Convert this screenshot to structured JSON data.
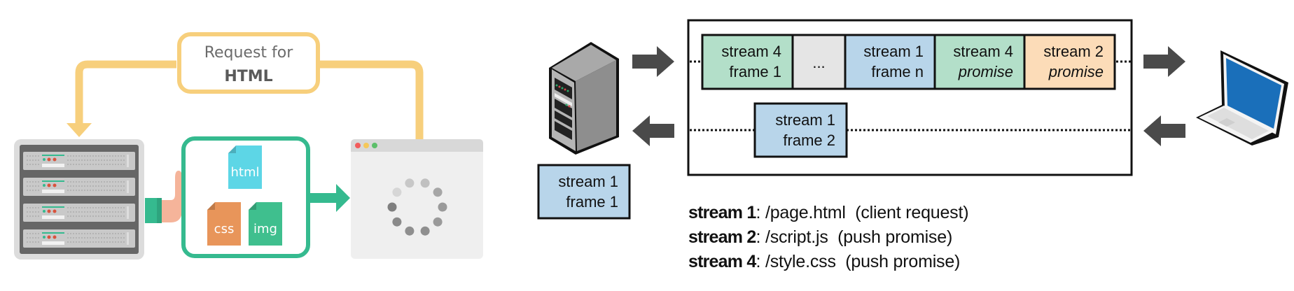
{
  "left_diagram": {
    "request_label": {
      "line1": "Request for",
      "line2": "HTML"
    },
    "documents": [
      {
        "label": "html",
        "color": "#5dd6e6"
      },
      {
        "label": "css",
        "color": "#e8955a"
      },
      {
        "label": "img",
        "color": "#3fbf8e"
      }
    ],
    "colors": {
      "request_path": "#f7cf7c",
      "push_box": "#35ba8f",
      "server_frame": "#dcdcdc",
      "browser_frame": "#efefef"
    },
    "browser_dots": [
      "#f25c5c",
      "#f5c85a",
      "#5cbf6a"
    ]
  },
  "right_diagram": {
    "outbound_frames": [
      {
        "line1": "stream 4",
        "line2": "frame 1",
        "italic": false,
        "color": "#b3dfc9"
      },
      {
        "line1": "",
        "line2": "...",
        "italic": false,
        "color": "#e5e5e5"
      },
      {
        "line1": "stream 1",
        "line2": "frame n",
        "italic": false,
        "color": "#b8d5ea"
      },
      {
        "line1": "stream 4",
        "line2": "promise",
        "italic": true,
        "color": "#b3dfc9"
      },
      {
        "line1": "stream 2",
        "line2": "promise",
        "italic": true,
        "color": "#fcdcb8"
      }
    ],
    "inbound_frame": {
      "line1": "stream 1",
      "line2": "frame 2",
      "color": "#b8d5ea"
    },
    "server_frame": {
      "line1": "stream 1",
      "line2": "frame 1",
      "color": "#b8d5ea"
    },
    "arrow_color": "#4a4a4a",
    "laptop_screen_color": "#1a6fba"
  },
  "legend": [
    {
      "stream": "stream 1",
      "path": "/page.html",
      "note": "(client request)"
    },
    {
      "stream": "stream 2",
      "path": "/script.js",
      "note": "(push promise)"
    },
    {
      "stream": "stream 4",
      "path": "/style.css",
      "note": "(push promise)"
    }
  ]
}
